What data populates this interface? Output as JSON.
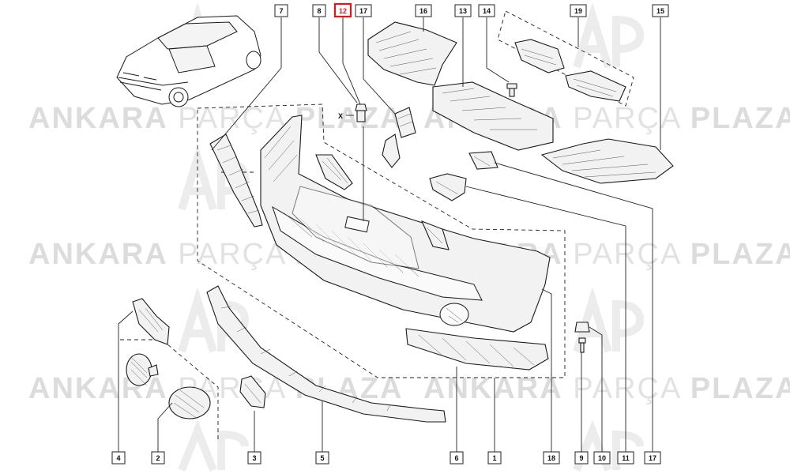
{
  "watermark": {
    "word1": "ANKARA",
    "word2": "PARÇA",
    "word3": "PLAZA",
    "logo": "AP"
  },
  "dimension_marker": "X",
  "highlight_color": "#e0161b",
  "callouts": [
    {
      "id": "c7",
      "label": "7"
    },
    {
      "id": "c8",
      "label": "8"
    },
    {
      "id": "c12",
      "label": "12",
      "highlight": true
    },
    {
      "id": "c17a",
      "label": "17"
    },
    {
      "id": "c16",
      "label": "16"
    },
    {
      "id": "c13",
      "label": "13"
    },
    {
      "id": "c14",
      "label": "14"
    },
    {
      "id": "c19",
      "label": "19"
    },
    {
      "id": "c15",
      "label": "15"
    },
    {
      "id": "c4",
      "label": "4"
    },
    {
      "id": "c2",
      "label": "2"
    },
    {
      "id": "c3",
      "label": "3"
    },
    {
      "id": "c5",
      "label": "5"
    },
    {
      "id": "c6",
      "label": "6"
    },
    {
      "id": "c1",
      "label": "1"
    },
    {
      "id": "c18",
      "label": "18"
    },
    {
      "id": "c9",
      "label": "9"
    },
    {
      "id": "c10",
      "label": "10"
    },
    {
      "id": "c11",
      "label": "11"
    },
    {
      "id": "c17b",
      "label": "17"
    }
  ]
}
